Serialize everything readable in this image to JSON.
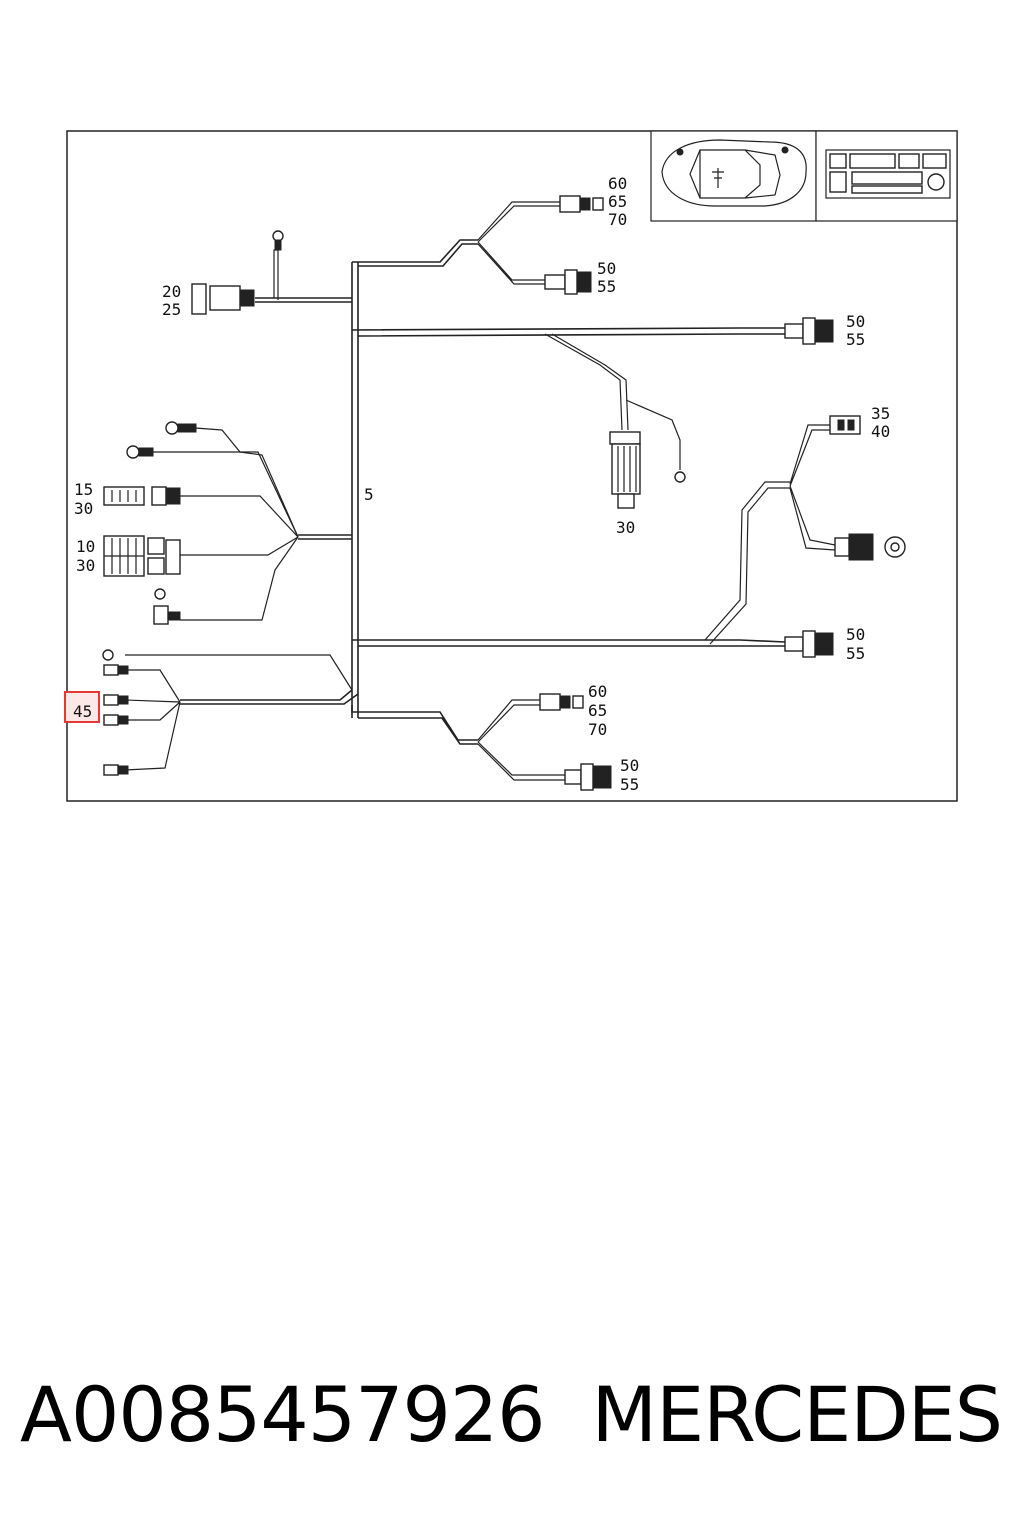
{
  "diagram": {
    "callouts": {
      "c5": "5",
      "c10": "10",
      "c15": "15",
      "c20": "20",
      "c25": "25",
      "c30a": "30",
      "c30b": "30",
      "c30c": "30",
      "c35": "35",
      "c40": "40",
      "c45": "45",
      "c50a": "50",
      "c55a": "55",
      "c50b": "50",
      "c55b": "55",
      "c50c": "50",
      "c55c": "55",
      "c50d": "50",
      "c55d": "55",
      "c60a": "60",
      "c65a": "65",
      "c70a": "70",
      "c60b": "60",
      "c65b": "65",
      "c70b": "70"
    },
    "highlighted_callout": "45",
    "highlight_color": "#e53935"
  },
  "footer": {
    "part_number": "A0085457926",
    "brand": "MERCEDES"
  }
}
